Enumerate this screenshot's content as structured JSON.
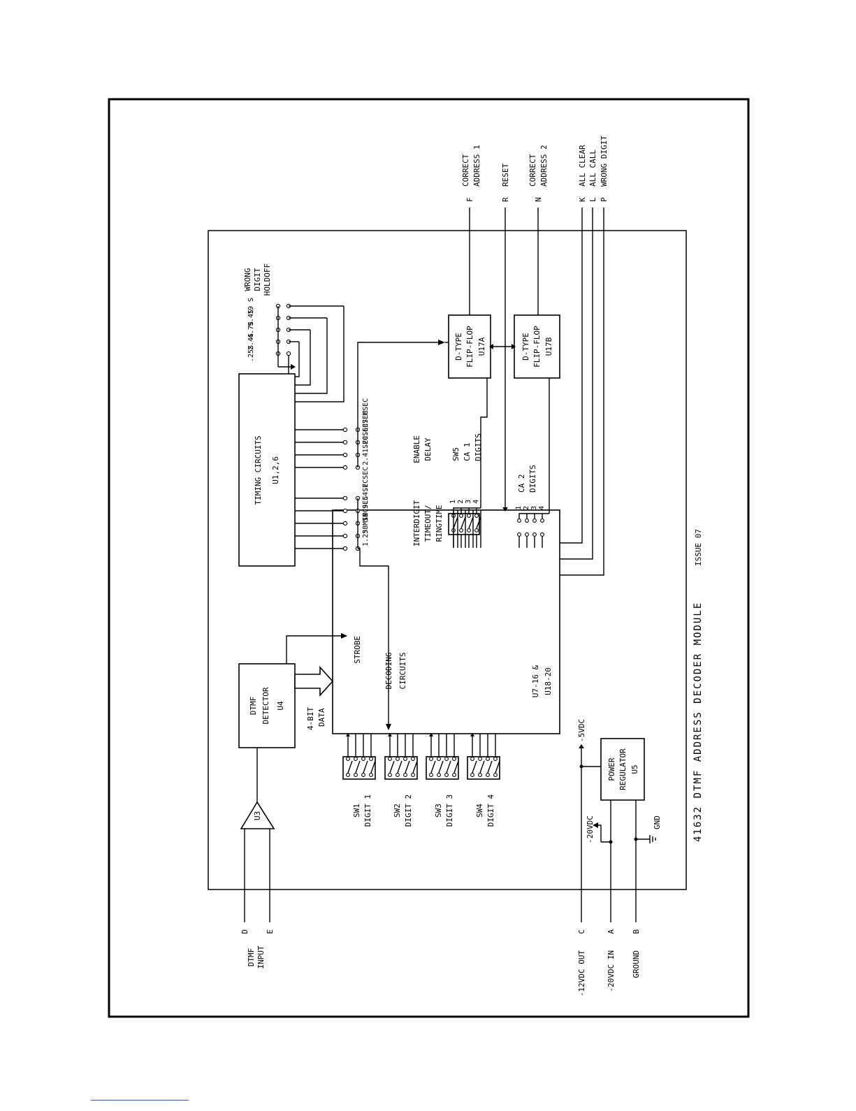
{
  "diagram": {
    "title": "41632 DTMF ADDRESS DECODER MODULE",
    "issue": "ISSUE 07",
    "blocks": {
      "timing_circuits": {
        "line1": "TIMING CIRCUITS",
        "line2": "U1,2,6"
      },
      "dtmf_detector": {
        "line1": "DTMF",
        "line2": "DETECTOR",
        "line3": "U4"
      },
      "decoding_circuits": {
        "line1": "DECODING",
        "line2": "CIRCUITS",
        "part1": "U7-16 &",
        "part2": "U18-20"
      },
      "flipflop_a": {
        "line1": "D-TYPE",
        "line2": "FLIP-FLOP",
        "line3": "U17A"
      },
      "flipflop_b": {
        "line1": "D-TYPE",
        "line2": "FLIP-FLOP",
        "line3": "U17B"
      },
      "power_regulator": {
        "line1": "POWER",
        "line2": "REGULATOR",
        "line3": "U5"
      },
      "amplifier": "U3"
    },
    "wrong_digit_holdoff": {
      "label1": "WRONG",
      "label2": "DIGIT",
      "label3": "HOLDOFF",
      "options": [
        "19 S",
        "9.4S",
        "4.7S",
        "2.4S",
        ".25S"
      ]
    },
    "enable_delay": {
      "label1": "ENABLE",
      "label2": "DELAY",
      "options": [
        "37 MSEC",
        "0.6 SEC",
        "1.2 SEC",
        "2.4 SEC"
      ]
    },
    "interdigit_timeout": {
      "label1": "INTERDIGIT",
      "label2": "TIMEOUT/",
      "label3": "RINGTIME",
      "options": [
        "4.7 SEC",
        "9.5 SEC",
        "19 SEC",
        "38 SEC",
        "1.25 MIN"
      ]
    },
    "sw5": {
      "label1": "SW5",
      "label2": "CA 1",
      "label3": "DIGITS",
      "pins": [
        "1",
        "2",
        "3",
        "4"
      ]
    },
    "ca2": {
      "label1": "CA 2",
      "label2": "DIGITS",
      "pins": [
        "1",
        "2",
        "3",
        "4"
      ]
    },
    "digit_switches": [
      {
        "sw": "SW1",
        "digit": "DIGIT 1"
      },
      {
        "sw": "SW2",
        "digit": "DIGIT 2"
      },
      {
        "sw": "SW3",
        "digit": "DIGIT 3"
      },
      {
        "sw": "SW4",
        "digit": "DIGIT 4"
      }
    ],
    "signals": {
      "strobe": "STROBE",
      "data1": "4-BIT",
      "data2": "DATA",
      "plus5": "-5VDC",
      "minus20": "-20VDC",
      "gnd": "GND"
    },
    "outputs": [
      {
        "pin": "F",
        "label1": "CORRECT",
        "label2": "ADDRESS 1"
      },
      {
        "pin": "R",
        "label1": "RESET",
        "label2": ""
      },
      {
        "pin": "N",
        "label1": "CORRECT",
        "label2": "ADDRESS 2"
      },
      {
        "pin": "K",
        "label1": "ALL CLEAR",
        "label2": ""
      },
      {
        "pin": "L",
        "label1": "ALL CALL",
        "label2": ""
      },
      {
        "pin": "P",
        "label1": "WRONG DIGIT",
        "label2": ""
      }
    ],
    "inputs": {
      "dtmf_label1": "DTMF",
      "dtmf_label2": "INPUT",
      "pin_d": "D",
      "pin_e": "E",
      "pin_c": "C",
      "pin_a": "A",
      "pin_b": "B",
      "c_label": "-12VDC OUT",
      "a_label": "-20VDC IN",
      "b_label": "GROUND"
    }
  }
}
